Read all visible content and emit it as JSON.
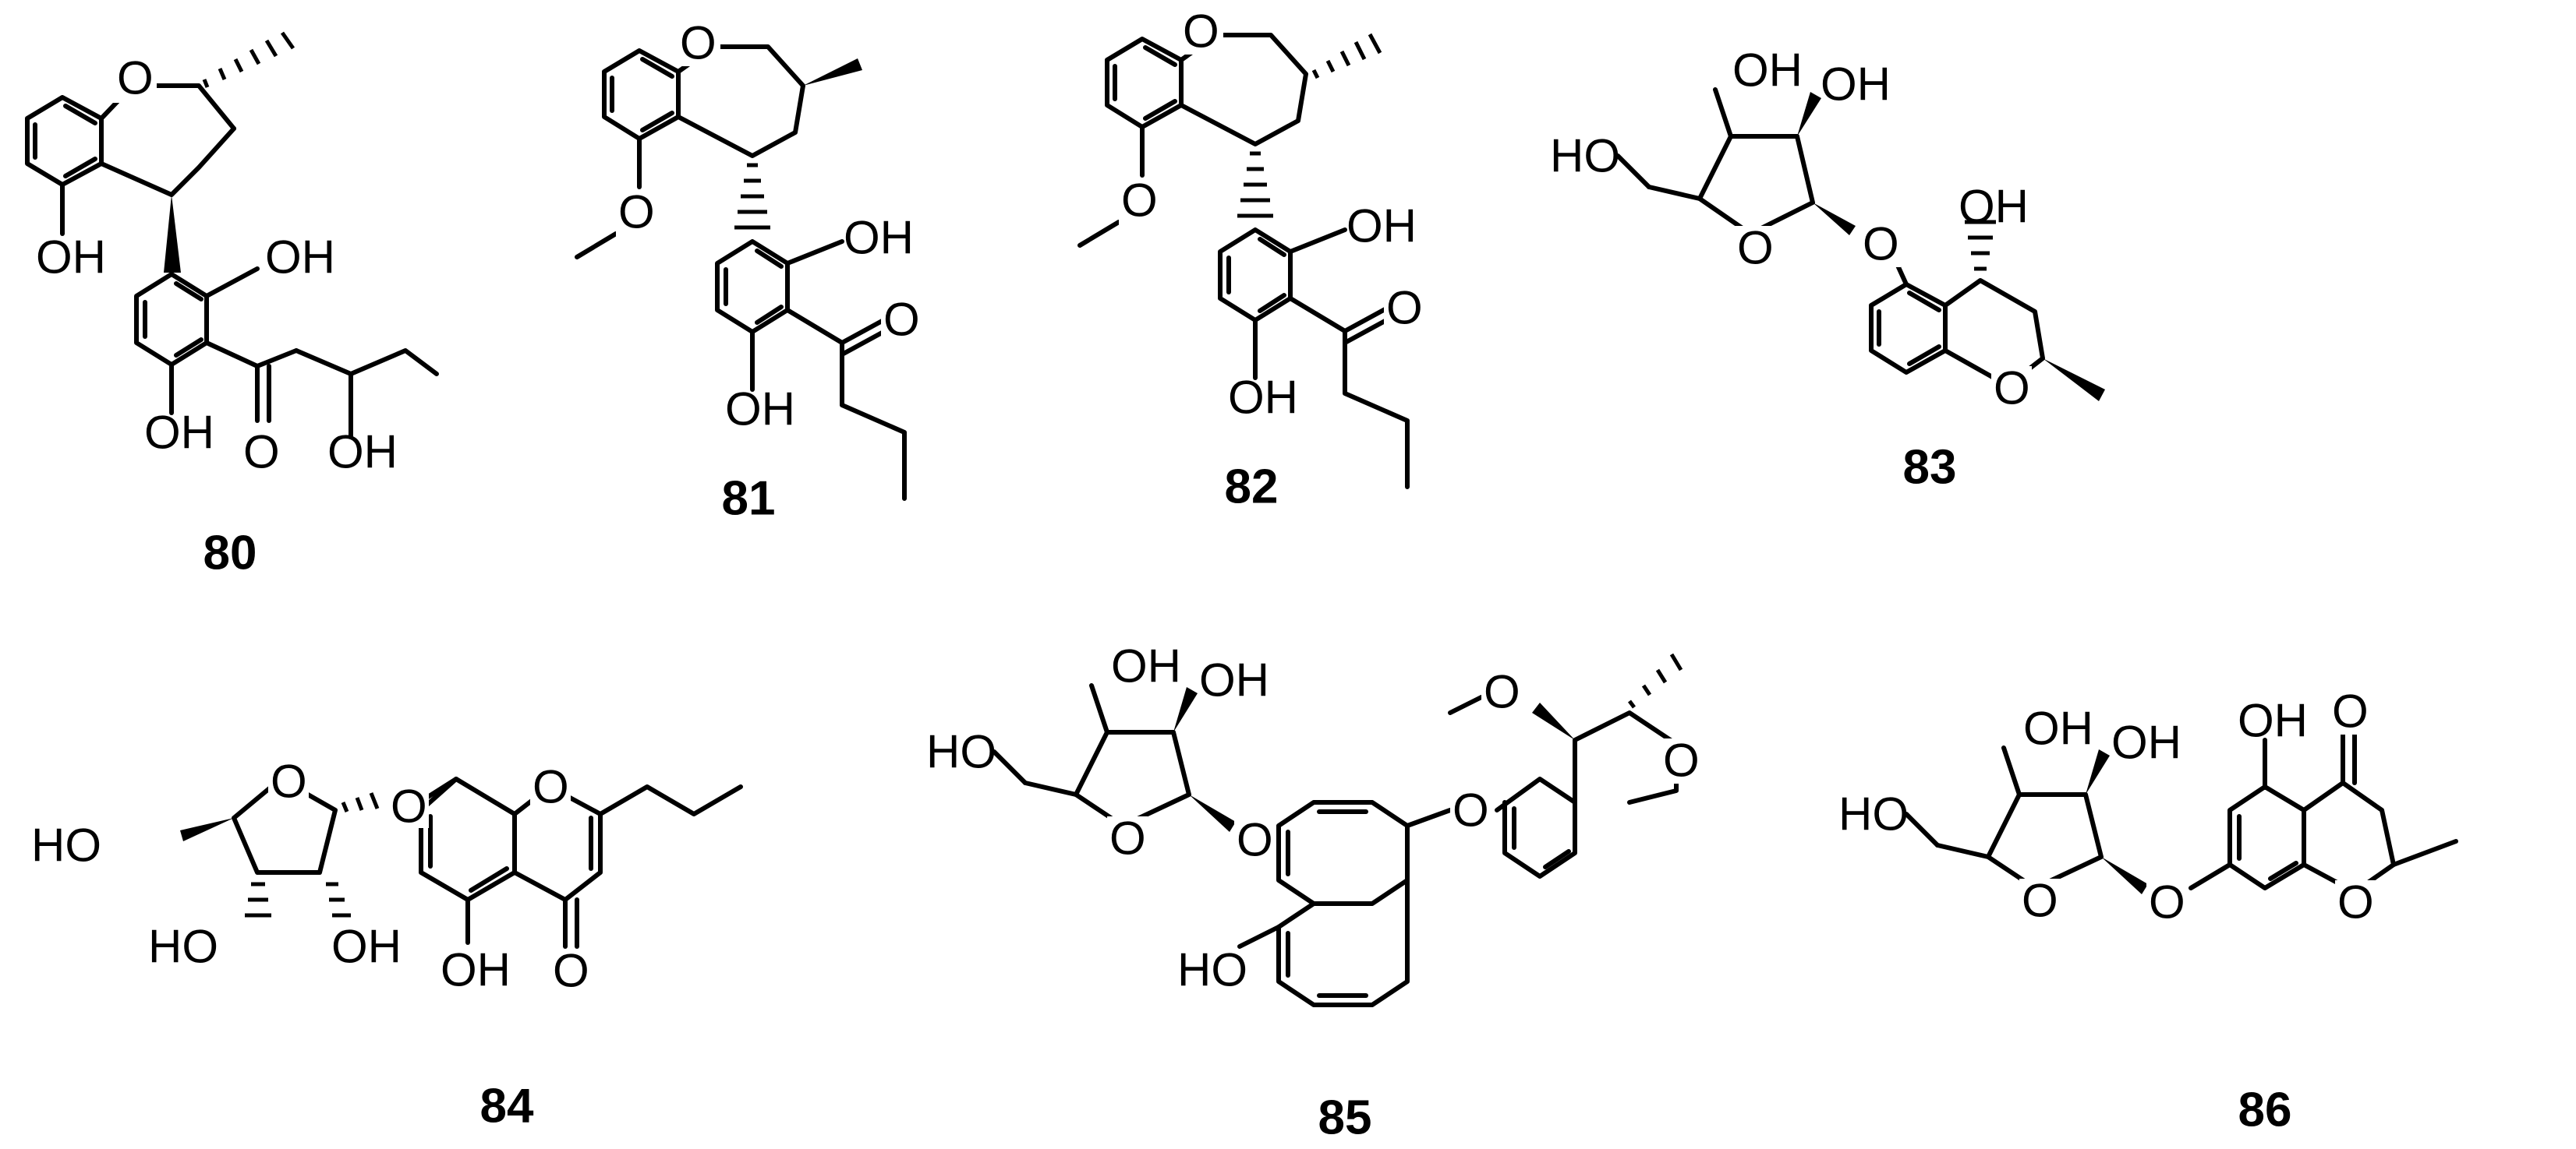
{
  "compounds": [
    {
      "id": "80"
    },
    {
      "id": "81"
    },
    {
      "id": "82"
    },
    {
      "id": "83"
    },
    {
      "id": "84"
    },
    {
      "id": "85"
    },
    {
      "id": "86"
    }
  ],
  "atom_labels": {
    "oxygen": "O",
    "hydroxyl_right": "OH",
    "hydroxyl_left": "HO"
  }
}
